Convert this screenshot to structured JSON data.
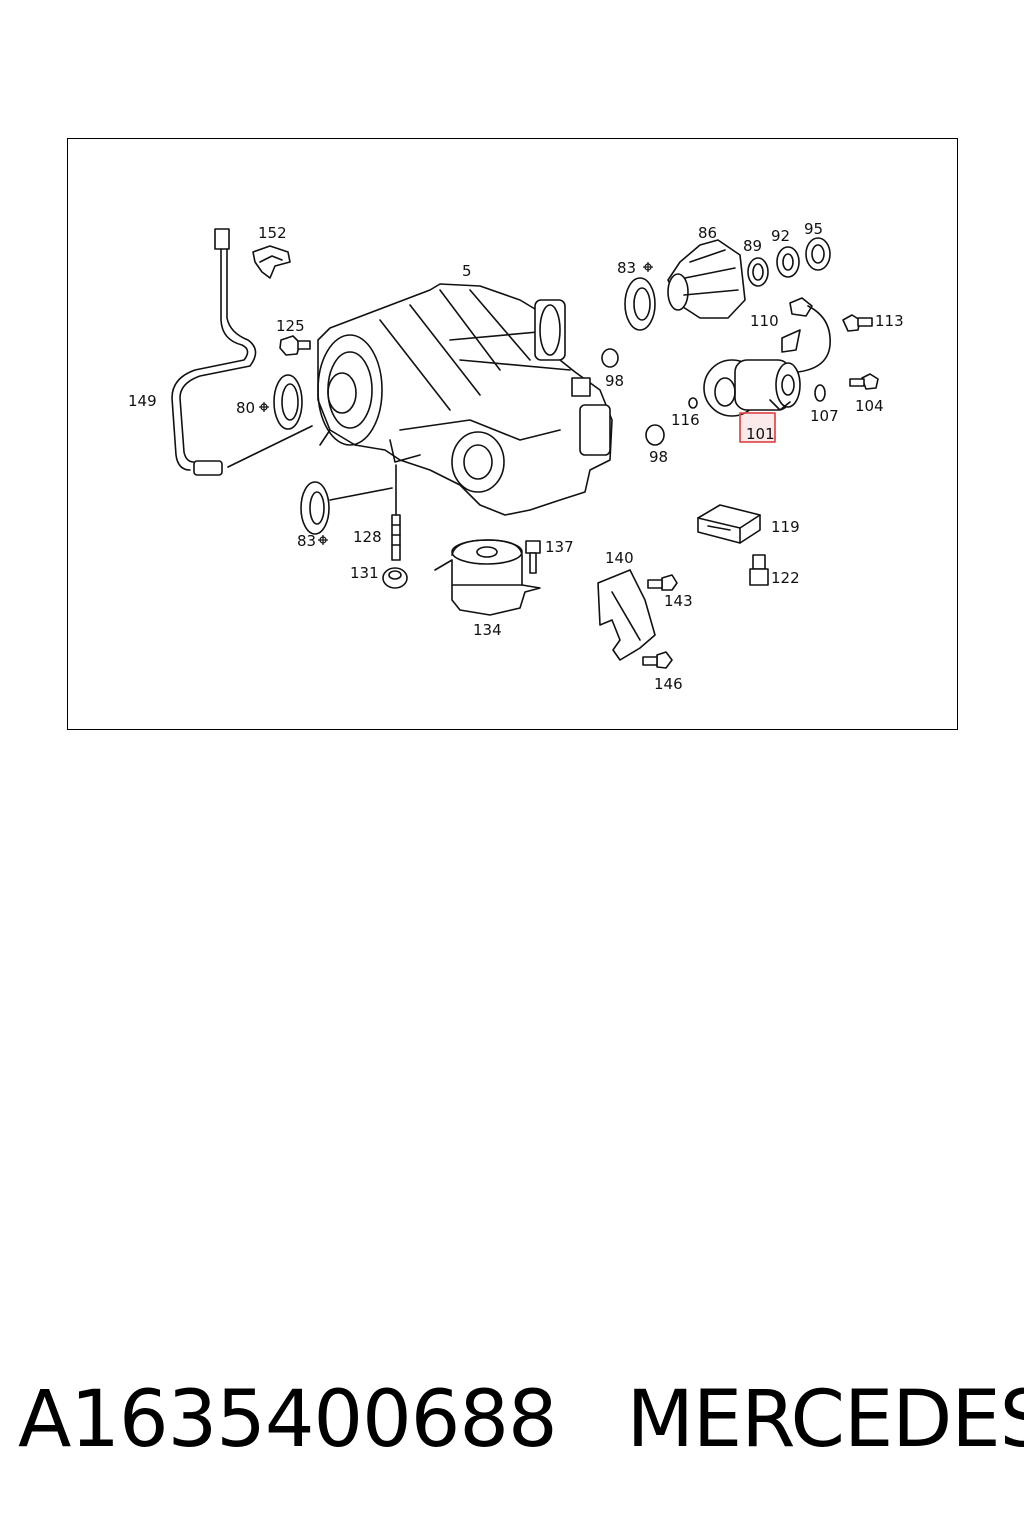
{
  "diagram": {
    "callouts": {
      "c152": "152",
      "c5": "5",
      "c86": "86",
      "c89": "89",
      "c92": "92",
      "c95": "95",
      "c83a": "83",
      "c125": "125",
      "c110": "110",
      "c113": "113",
      "c98a": "98",
      "c149": "149",
      "c80": "80",
      "c116": "116",
      "c107": "107",
      "c104": "104",
      "c101": "101",
      "c98b": "98",
      "c119": "119",
      "c83b": "83",
      "c128": "128",
      "c137": "137",
      "c140": "140",
      "c131": "131",
      "c122": "122",
      "c143": "143",
      "c134": "134",
      "c146": "146"
    },
    "highlight_color": "#e05050",
    "highlighted_part": "101"
  },
  "footer": {
    "part_number": "A1635400688",
    "brand": "MERCEDES"
  }
}
